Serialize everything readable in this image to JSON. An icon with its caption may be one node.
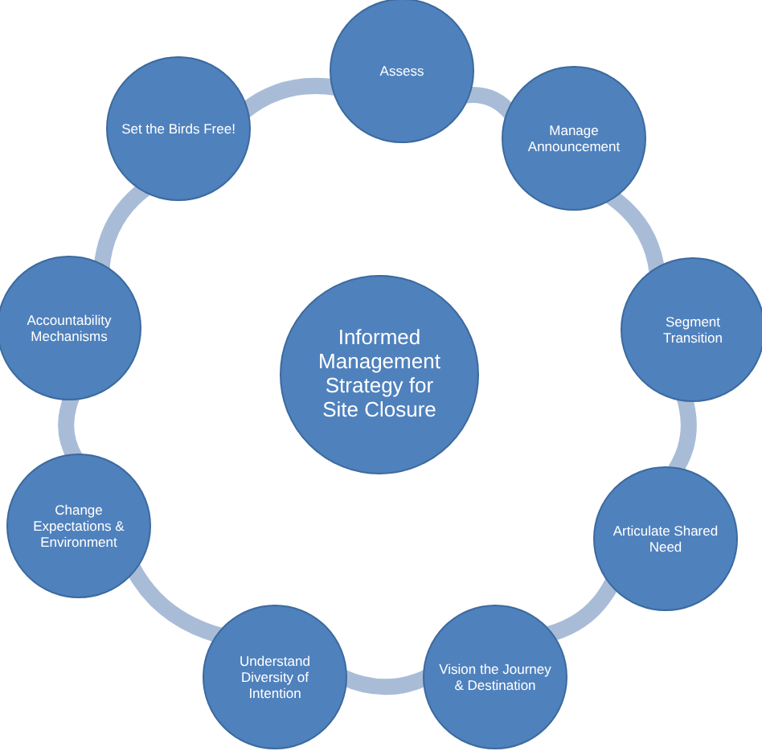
{
  "diagram": {
    "nodes": [
      {
        "text": [
          "Informed Management Strategy for Site Closure"
        ]
      },
      {
        "text": [
          "Assess"
        ]
      },
      {
        "text": [
          "Manage Announcement"
        ]
      },
      {
        "text": [
          "Segment Transition"
        ]
      },
      {
        "text": [
          "Articulate Shared Need"
        ]
      },
      {
        "text": [
          "Vision the Journey & Destination"
        ]
      },
      {
        "text": [
          "Understand Diversity of Intention"
        ]
      },
      {
        "text": [
          "Change Expectations & Environment"
        ]
      },
      {
        "text": [
          "Accountability Mechanisms"
        ]
      },
      {
        "text": [
          "Set the Birds Free!"
        ]
      }
    ],
    "edges": [
      {
        "from": 1,
        "to": 2,
        "arrow": "none"
      },
      {
        "from": 2,
        "to": 3,
        "arrow": "none"
      },
      {
        "from": 3,
        "to": 4,
        "arrow": "none"
      },
      {
        "from": 4,
        "to": 5,
        "arrow": "none"
      },
      {
        "from": 5,
        "to": 6,
        "arrow": "none"
      },
      {
        "from": 6,
        "to": 7,
        "arrow": "none"
      },
      {
        "from": 7,
        "to": 8,
        "arrow": "none"
      },
      {
        "from": 8,
        "to": 9,
        "arrow": "none"
      },
      {
        "from": 9,
        "to": 1,
        "arrow": "none"
      }
    ]
  }
}
